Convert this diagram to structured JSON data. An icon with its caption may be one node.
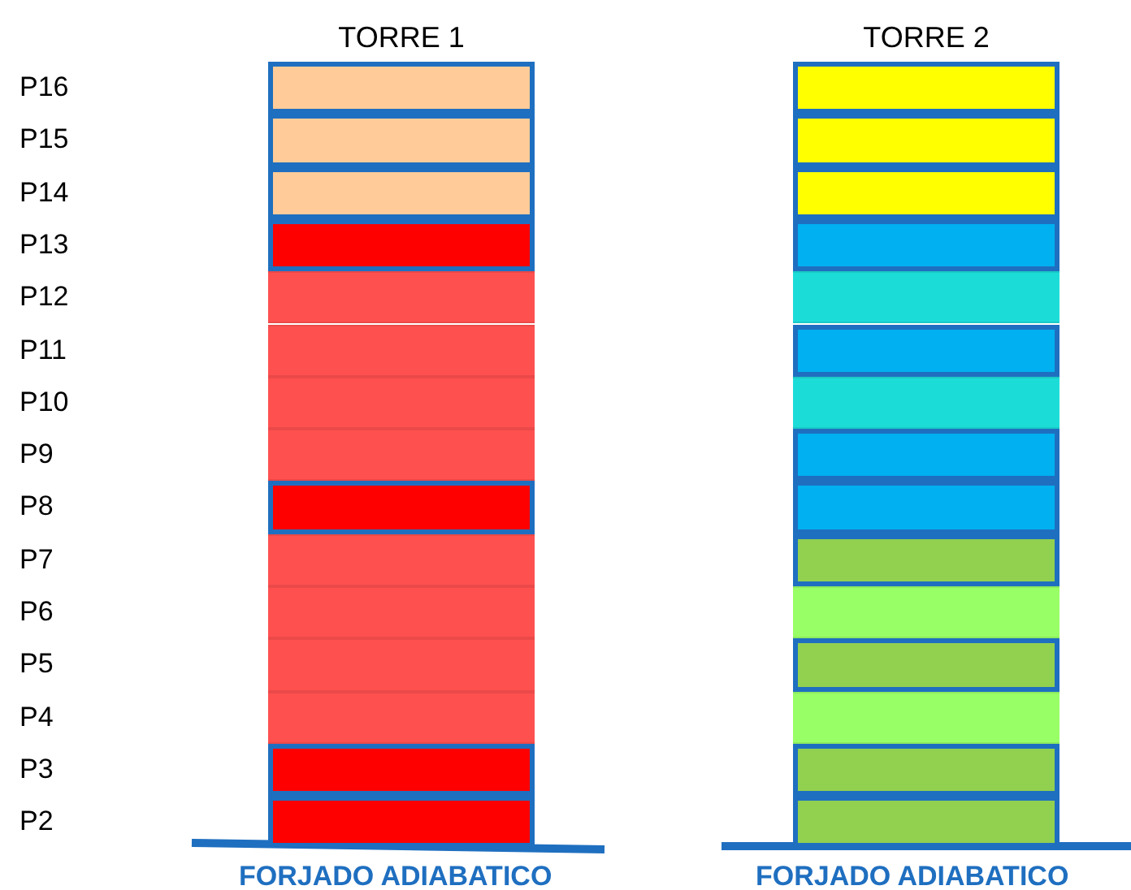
{
  "diagram": {
    "nodes": [
      {
        "text": [
          "TORRE 1"
        ]
      },
      {
        "text": [],
        "shape": "box",
        "in": 0
      },
      {
        "text": [],
        "shape": "box",
        "in": 0
      },
      {
        "text": [],
        "shape": "box",
        "in": 0
      },
      {
        "text": [],
        "shape": "box",
        "in": 0
      },
      {
        "text": [],
        "shape": "box",
        "in": 0
      },
      {
        "text": [],
        "shape": "box",
        "in": 0
      },
      {
        "text": [],
        "shape": "box",
        "in": 0
      },
      {
        "text": [],
        "shape": "box",
        "in": 0
      },
      {
        "text": [],
        "shape": "box",
        "in": 0
      },
      {
        "text": [],
        "shape": "box",
        "in": 0
      },
      {
        "text": [],
        "shape": "box",
        "in": 0
      },
      {
        "text": [],
        "shape": "box",
        "in": 0
      },
      {
        "text": [],
        "shape": "box",
        "in": 0
      },
      {
        "text": [],
        "shape": "box",
        "in": 0
      },
      {
        "text": [],
        "shape": "box",
        "in": 0
      },
      {
        "text": [
          "TORRE 2"
        ]
      },
      {
        "text": [],
        "shape": "box",
        "in": 16
      },
      {
        "text": [],
        "shape": "box",
        "in": 16
      },
      {
        "text": [],
        "shape": "box",
        "in": 16
      },
      {
        "text": [],
        "shape": "box",
        "in": 16
      },
      {
        "text": [],
        "shape": "box",
        "in": 16
      },
      {
        "text": [],
        "shape": "box",
        "in": 16
      },
      {
        "text": [],
        "shape": "box",
        "in": 16
      },
      {
        "text": [],
        "shape": "box",
        "in": 16
      },
      {
        "text": [],
        "shape": "box",
        "in": 16
      },
      {
        "text": [],
        "shape": "box",
        "in": 16
      },
      {
        "text": [],
        "shape": "box",
        "in": 16
      },
      {
        "text": [],
        "shape": "box",
        "in": 16
      },
      {
        "text": [],
        "shape": "box",
        "in": 16
      },
      {
        "text": [],
        "shape": "box",
        "in": 16
      },
      {
        "text": [],
        "shape": "box",
        "in": 16
      }
    ],
    "edges": [],
    "labels": [
      "P16",
      "P15",
      "P14",
      "P13",
      "P12",
      "P11",
      "P10",
      "P9",
      "P8",
      "P7",
      "P6",
      "P5",
      "P4",
      "P3",
      "P2",
      "FORJADO ADIABATICO",
      "FORJADO ADIABATICO"
    ]
  }
}
